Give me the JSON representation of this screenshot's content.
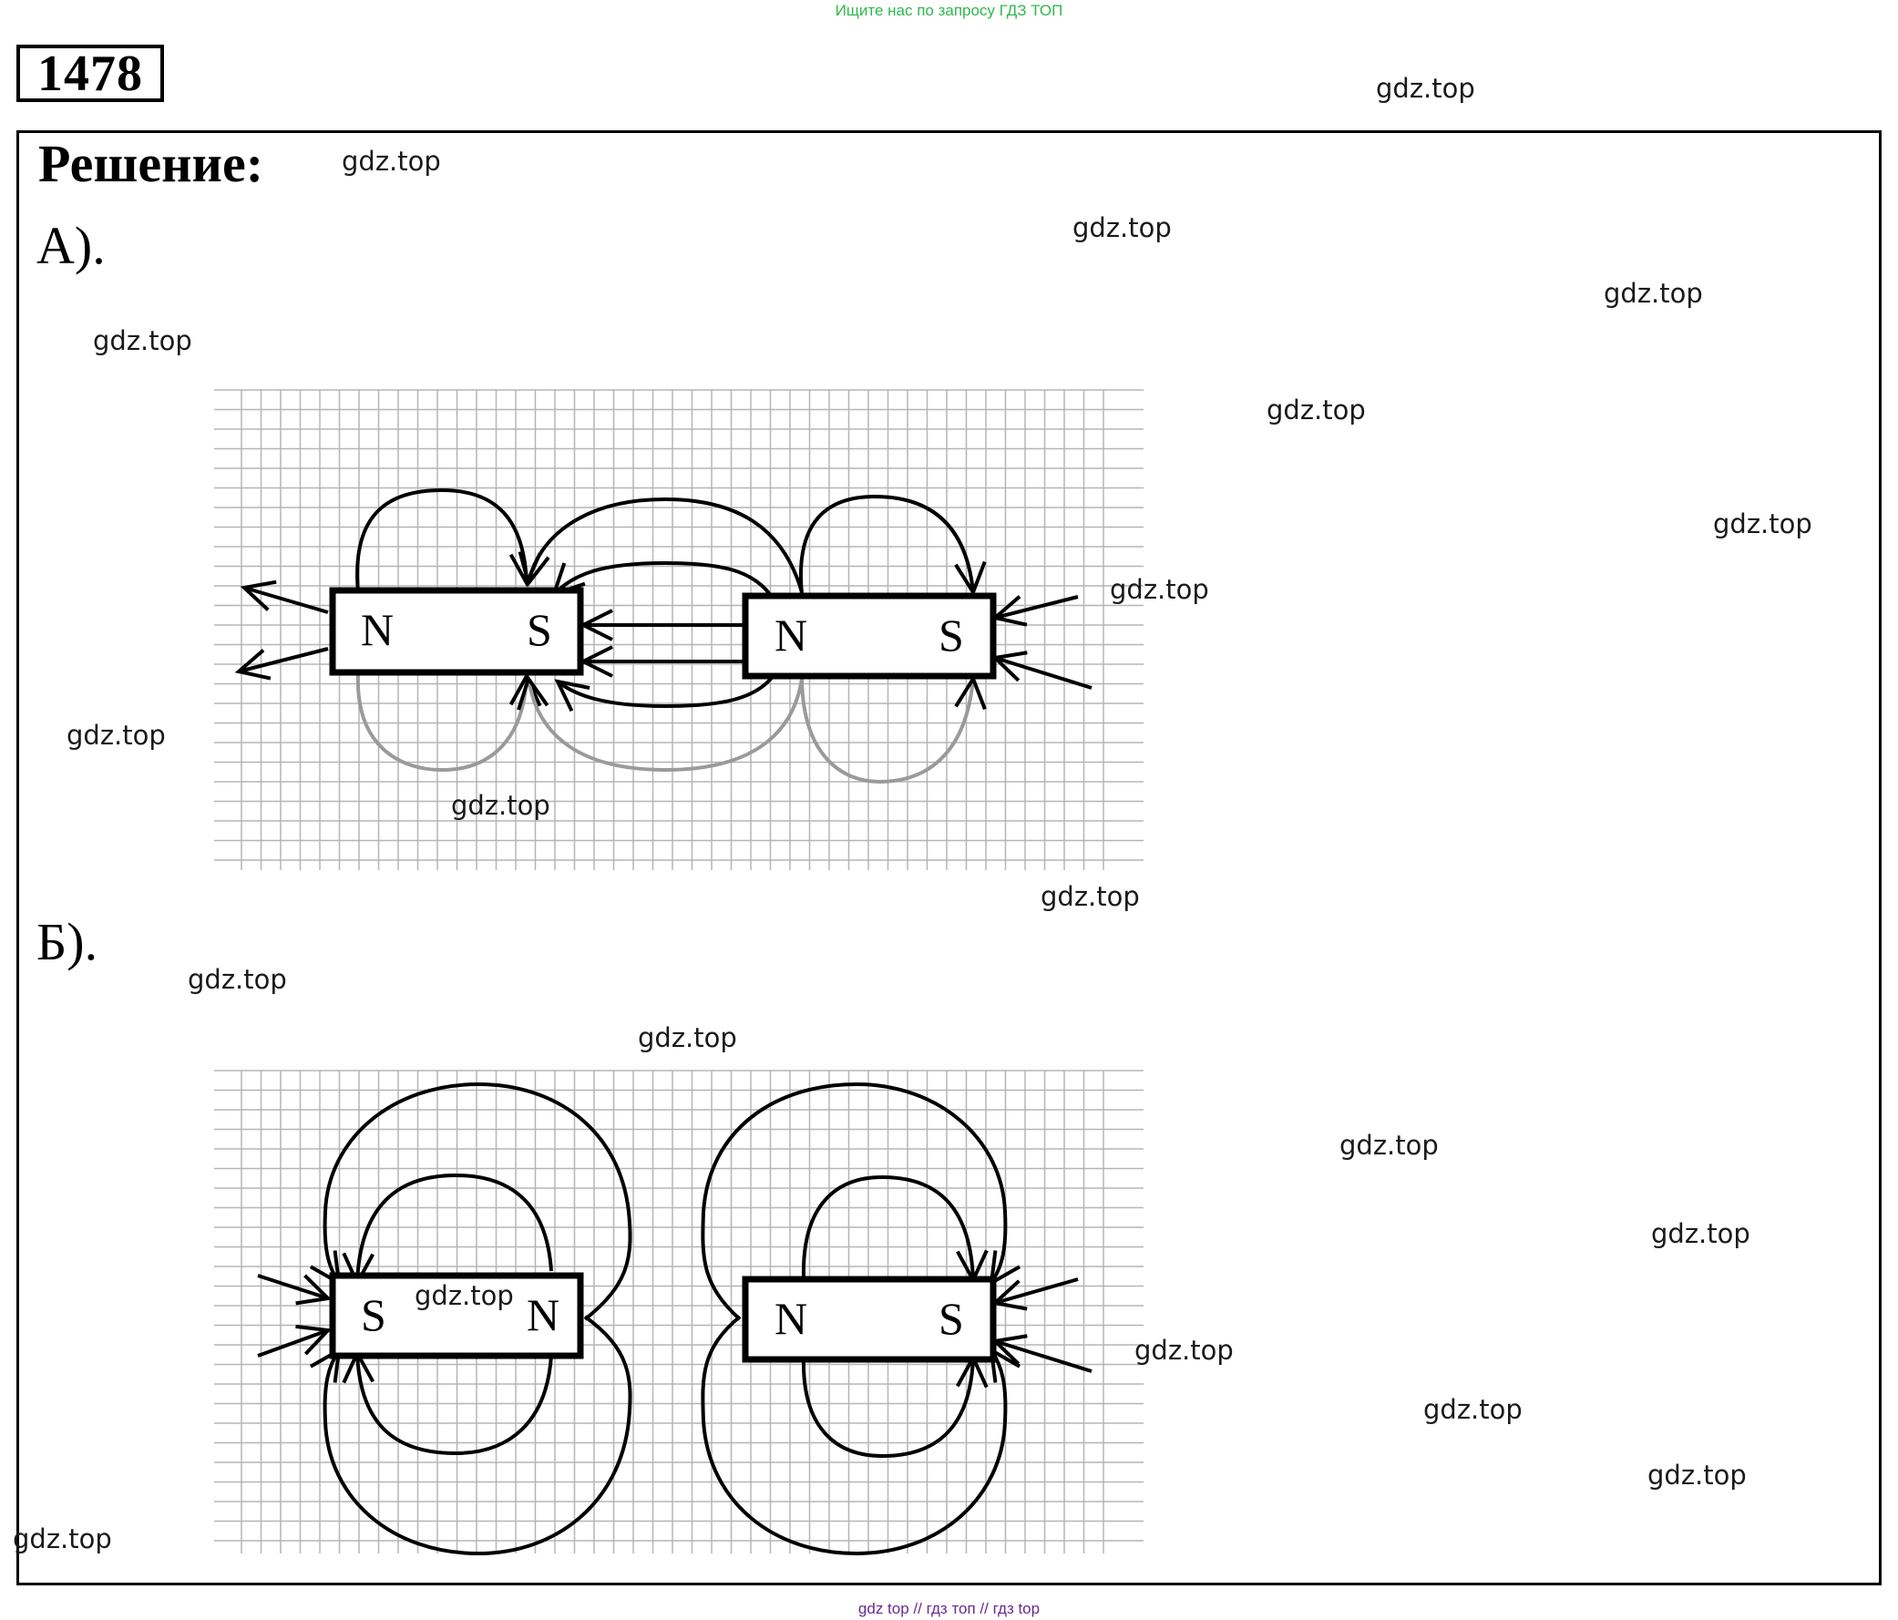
{
  "header": {
    "top_note": "Ищите нас по запросу ГДЗ ТОП",
    "problem_number": "1478",
    "heading": "Решение:"
  },
  "parts": [
    {
      "label": "А).",
      "magnets": [
        {
          "left_pole": "N",
          "right_pole": "S"
        },
        {
          "left_pole": "N",
          "right_pole": "S"
        }
      ]
    },
    {
      "label": "Б).",
      "magnets": [
        {
          "left_pole": "S",
          "right_pole": "N"
        },
        {
          "left_pole": "N",
          "right_pole": "S"
        }
      ]
    }
  ],
  "watermarks": [
    "gdz.top",
    "gdz.top",
    "gdz.top",
    "gdz.top",
    "gdz.top",
    "gdz.top",
    "gdz.top",
    "gdz.top",
    "gdz.top",
    "gdz.top",
    "gdz.top",
    "gdz.top",
    "gdz.top",
    "gdz.top",
    "gdz.top",
    "gdz.top",
    "gdz.top",
    "gdz.top",
    "gdz.top",
    "gdz.top"
  ],
  "footer": "gdz top  //  гдз топ  //  гдз top",
  "colors": {
    "top_note": "#2fb84c",
    "footer": "#6b2a8f",
    "grid": "#b5b5b5",
    "ink": "#000000"
  }
}
